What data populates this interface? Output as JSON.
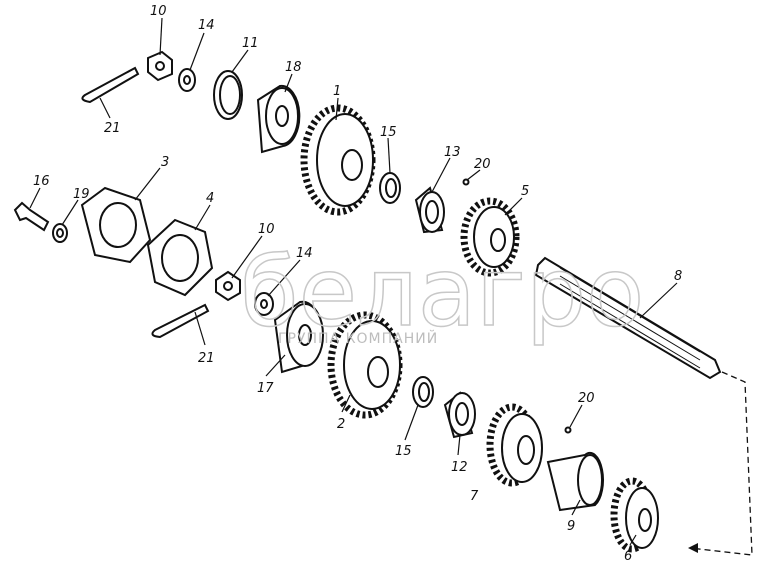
{
  "watermark": {
    "brand": "белагро",
    "subtitle": "ГРУППА КОМПАНИЙ"
  },
  "labels": [
    {
      "id": "l10a",
      "text": "10"
    },
    {
      "id": "l14a",
      "text": "14"
    },
    {
      "id": "l11",
      "text": "11"
    },
    {
      "id": "l18",
      "text": "18"
    },
    {
      "id": "l1",
      "text": "1"
    },
    {
      "id": "l15a",
      "text": "15"
    },
    {
      "id": "l13",
      "text": "13"
    },
    {
      "id": "l20a",
      "text": "20"
    },
    {
      "id": "l5",
      "text": "5"
    },
    {
      "id": "l21a",
      "text": "21"
    },
    {
      "id": "l16",
      "text": "16"
    },
    {
      "id": "l19",
      "text": "19"
    },
    {
      "id": "l3",
      "text": "3"
    },
    {
      "id": "l4",
      "text": "4"
    },
    {
      "id": "l10b",
      "text": "10"
    },
    {
      "id": "l14b",
      "text": "14"
    },
    {
      "id": "l8",
      "text": "8"
    },
    {
      "id": "l21b",
      "text": "21"
    },
    {
      "id": "l17",
      "text": "17"
    },
    {
      "id": "l2",
      "text": "2"
    },
    {
      "id": "l15b",
      "text": "15"
    },
    {
      "id": "l12",
      "text": "12"
    },
    {
      "id": "l20b",
      "text": "20"
    },
    {
      "id": "l7",
      "text": "7"
    },
    {
      "id": "l9",
      "text": "9"
    },
    {
      "id": "l6",
      "text": "6"
    }
  ]
}
